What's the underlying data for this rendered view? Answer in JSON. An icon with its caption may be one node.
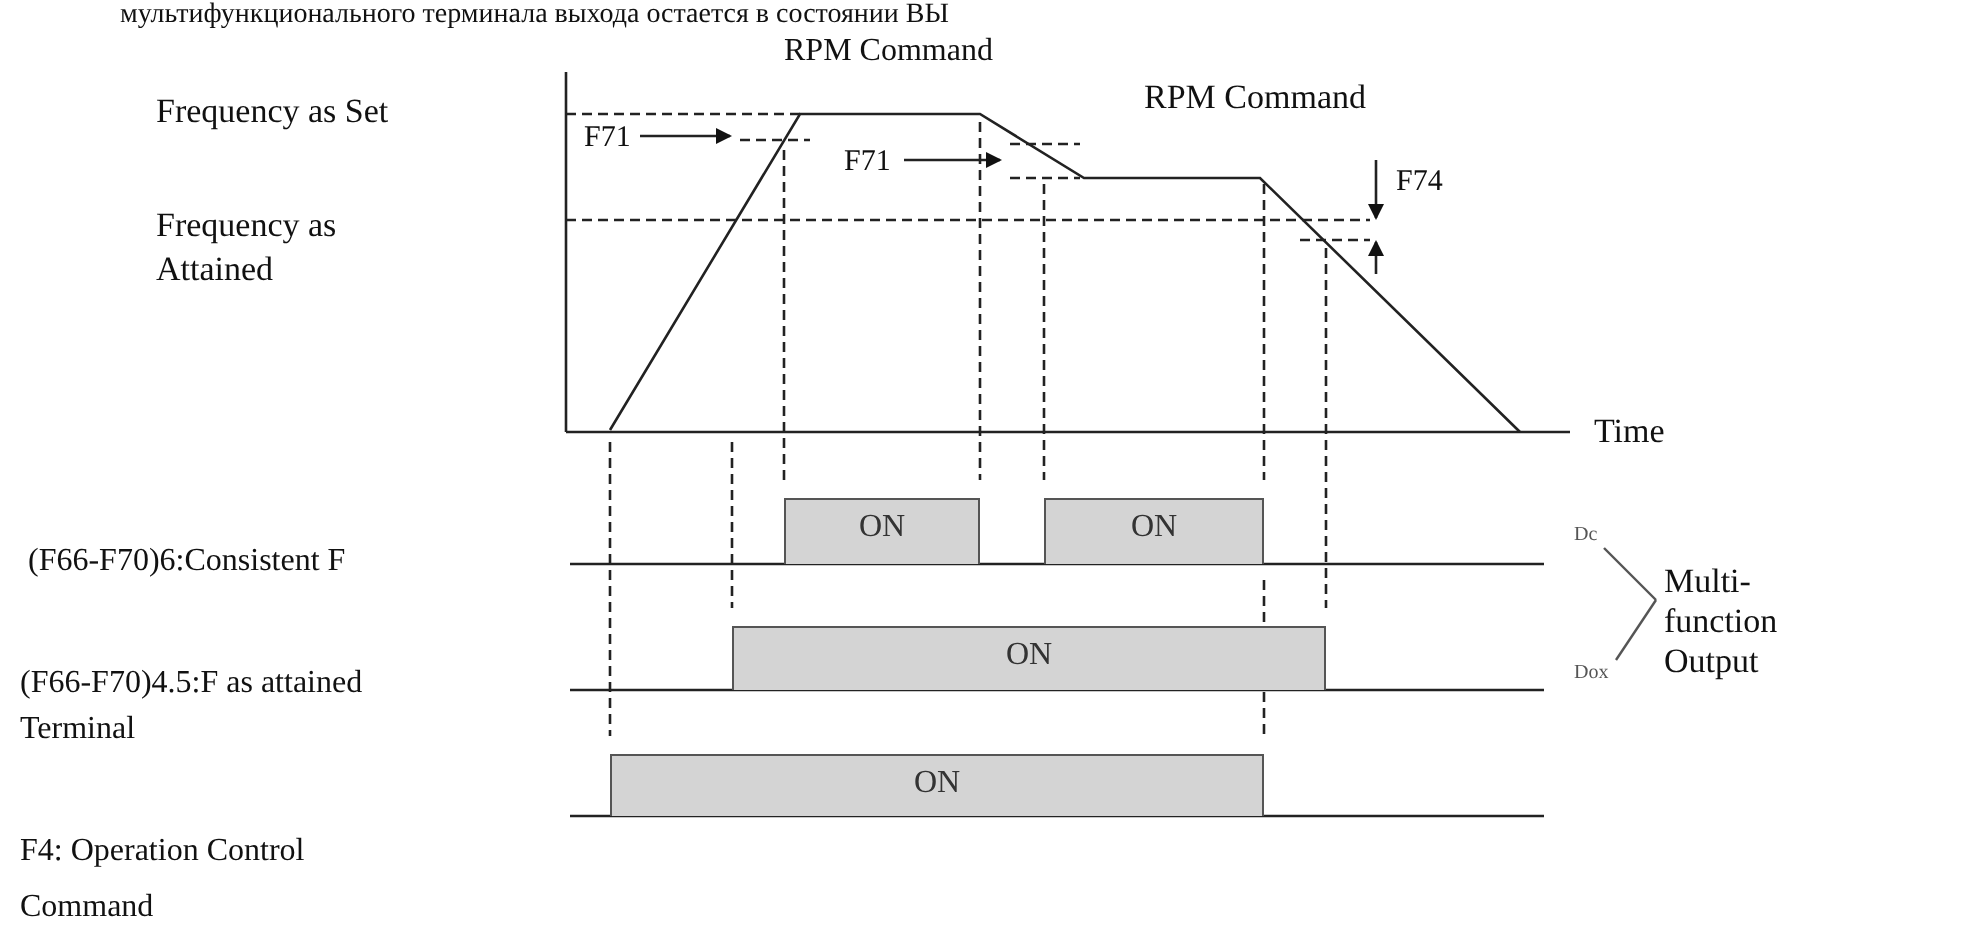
{
  "diagram": {
    "nodes": [
      {
        "text": [
          "ON"
        ]
      },
      {
        "text": [
          "ON"
        ]
      },
      {
        "text": [
          "ON"
        ]
      },
      {
        "text": [
          "ON"
        ]
      },
      {
        "text": [
          "Dc"
        ]
      },
      {
        "text": [
          "Dox"
        ]
      },
      {
        "text": [
          "Multi-function Output"
        ]
      }
    ],
    "edges": [
      {
        "from": 6,
        "to": 4,
        "arrow": "none"
      },
      {
        "from": 6,
        "to": 5,
        "arrow": "none"
      }
    ],
    "labels": [
      "мультифункционального терминала выхода остается в состоянии ВЫ",
      "RPM Command",
      "Frequency as Set",
      "RPM Command",
      "F71",
      "F71",
      "F74",
      "Frequency as Attained",
      "Time",
      "(F66-F70)6:Consistent F",
      "(F66-F70)4.5:F as attained",
      "Terminal",
      "F4: Operation Control Command"
    ]
  }
}
